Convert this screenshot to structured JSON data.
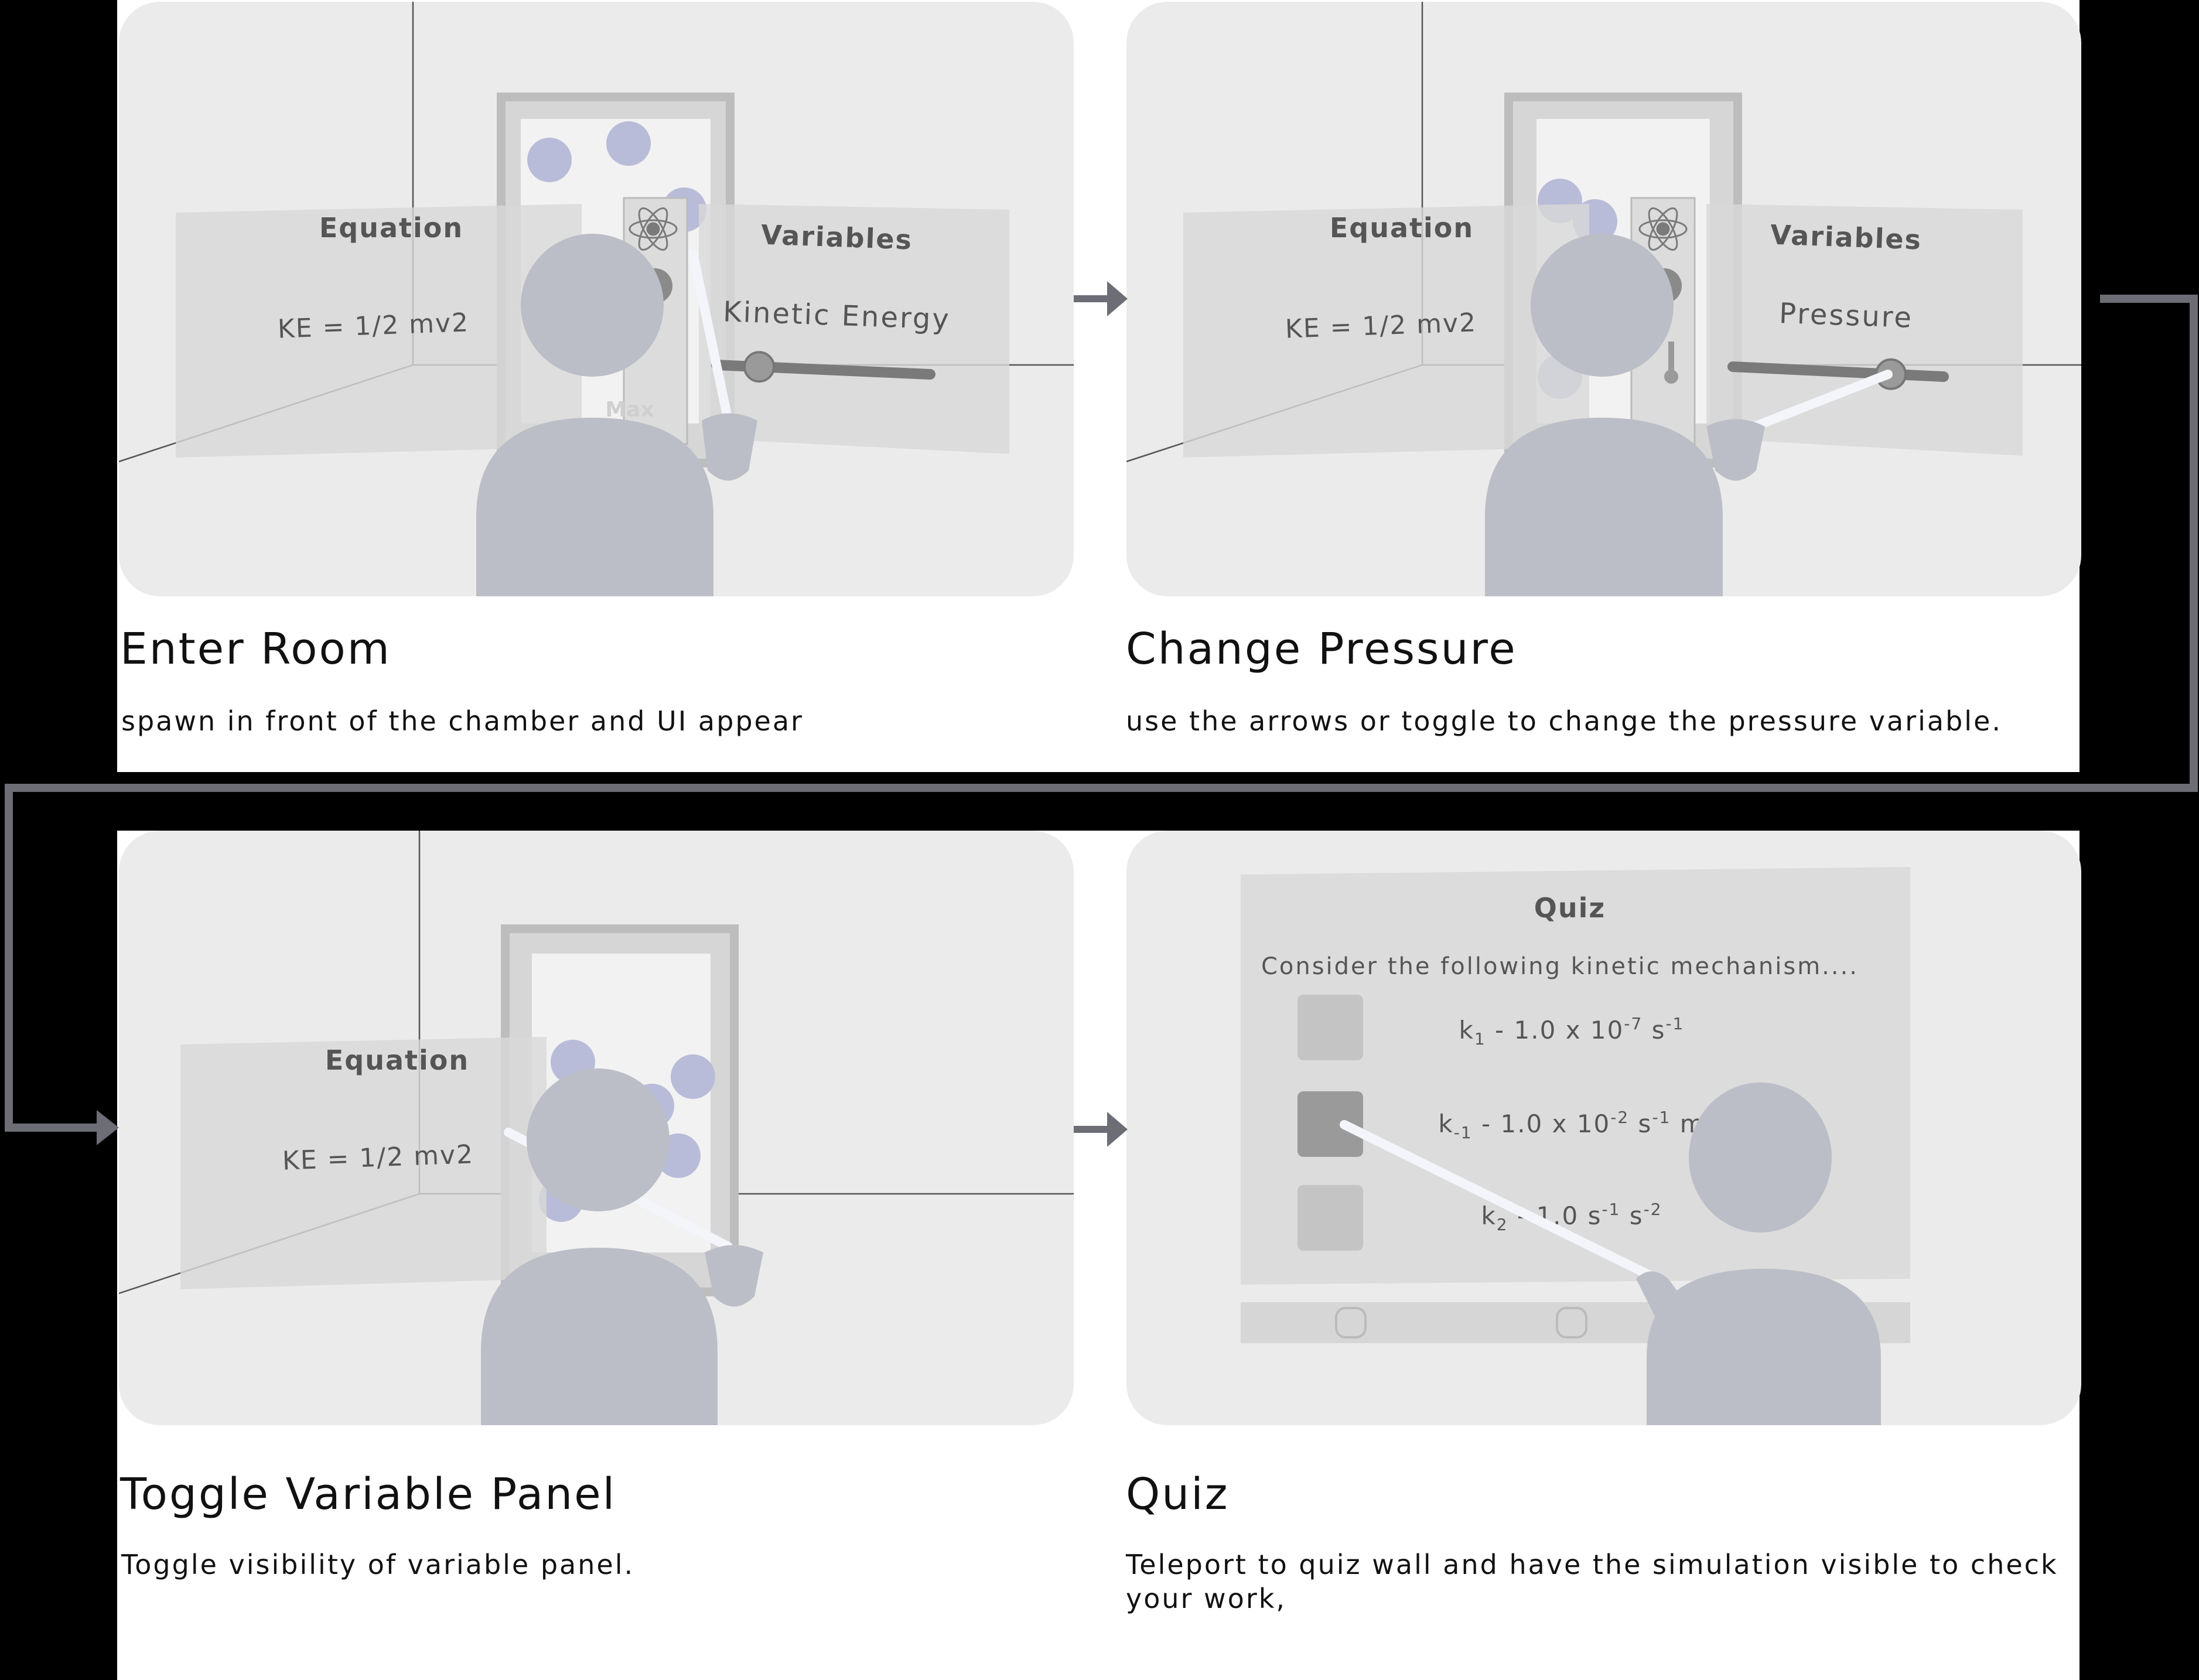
{
  "steps": [
    {
      "title": "Enter Room",
      "description": "spawn in front of the chamber and UI appear",
      "equation_panel": {
        "title": "Equation",
        "formula": "KE = 1/2 mv2"
      },
      "variables_panel": {
        "title": "Variables",
        "label": "Kinetic Energy",
        "slider_fraction": 0.2
      },
      "chamber_label": "Max"
    },
    {
      "title": "Change Pressure",
      "description": "use the arrows or toggle to change the pressure variable.",
      "equation_panel": {
        "title": "Equation",
        "formula": "KE = 1/2 mv2"
      },
      "variables_panel": {
        "title": "Variables",
        "label": "Pressure",
        "slider_fraction": 0.75
      }
    },
    {
      "title": "Toggle Variable Panel",
      "description": "Toggle visibility of variable panel.",
      "equation_panel": {
        "title": "Equation",
        "formula": "KE = 1/2 mv2"
      }
    },
    {
      "title": "Quiz",
      "description": "Teleport to quiz wall and have the simulation visible to check your work,",
      "quiz": {
        "title": "Quiz",
        "prompt": "Consider the following kinetic mechanism....",
        "options": [
          {
            "k": "k",
            "sub": "1",
            "mid": " - 1.0 x 10",
            "exp": "-7",
            "unit": " s",
            "unit_exp": "-1",
            "tail": ""
          },
          {
            "k": "k",
            "sub": "-1",
            "mid": " - 1.0 x 10",
            "exp": "-2",
            "unit": " s",
            "unit_exp": "-1",
            "tail": " m"
          },
          {
            "k": "k",
            "sub": "2",
            "mid": " - 1.0 s",
            "exp": "-1",
            "unit": " s",
            "unit_exp": "-2",
            "tail": ""
          }
        ],
        "selected_option": 1
      }
    }
  ],
  "colors": {
    "background": "#000000",
    "panel": "#ffffff",
    "scene": "#ebebeb",
    "avatar": "#bcbec7",
    "molecule": "#b9bcd8",
    "pointer": "#f4f4fb",
    "flow_line": "#6c6d75"
  }
}
